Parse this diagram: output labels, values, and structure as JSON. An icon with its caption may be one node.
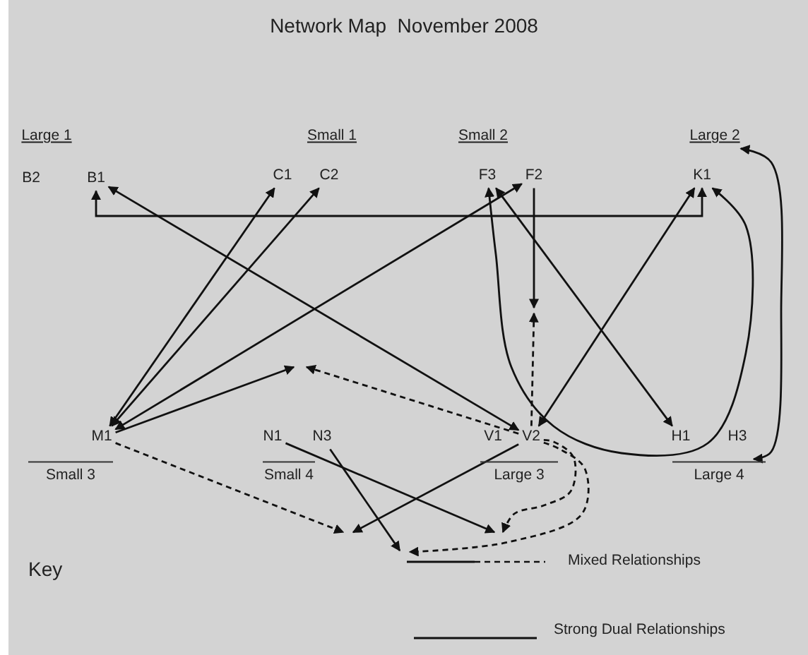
{
  "diagram": {
    "title": "Network Map  November 2008",
    "nodes": [
      {
        "text": [
          "Large 1"
        ]
      },
      {
        "text": [
          "Small 1"
        ]
      },
      {
        "text": [
          "Small 2"
        ]
      },
      {
        "text": [
          "Large 2"
        ]
      },
      {
        "text": [
          "B2"
        ]
      },
      {
        "text": [
          "B1"
        ]
      },
      {
        "text": [
          "C1"
        ]
      },
      {
        "text": [
          "C2"
        ]
      },
      {
        "text": [
          "F3"
        ]
      },
      {
        "text": [
          "F2"
        ]
      },
      {
        "text": [
          "K1"
        ]
      },
      {
        "text": [
          "M1"
        ]
      },
      {
        "text": [
          "N1"
        ]
      },
      {
        "text": [
          "N3"
        ]
      },
      {
        "text": [
          "V1"
        ]
      },
      {
        "text": [
          "V2"
        ]
      },
      {
        "text": [
          "H1"
        ]
      },
      {
        "text": [
          "H3"
        ]
      },
      {
        "text": [
          "Small 3"
        ]
      },
      {
        "text": [
          "Small 4"
        ]
      },
      {
        "text": [
          "Large 3"
        ]
      },
      {
        "text": [
          "Large 4"
        ]
      }
    ],
    "edges": [
      {
        "from": 5,
        "to": 10,
        "arrow": "both"
      },
      {
        "from": 5,
        "to": 15,
        "arrow": "both"
      },
      {
        "from": 6,
        "to": 11,
        "arrow": "both"
      },
      {
        "from": 7,
        "to": 11,
        "arrow": "both"
      },
      {
        "from": 9,
        "to": 11,
        "arrow": "both"
      },
      {
        "from": 8,
        "to": 16,
        "arrow": "both"
      },
      {
        "from": 10,
        "to": 15,
        "arrow": "both"
      },
      {
        "from": 8,
        "to": 10,
        "arrow": "both"
      },
      {
        "from": 3,
        "to": 21,
        "arrow": "both"
      },
      {
        "from": 11,
        "to": null,
        "arrow": "to"
      },
      {
        "from": 15,
        "to": null,
        "arrow": "to",
        "style": "dashed"
      },
      {
        "from": 9,
        "to": null,
        "arrow": "to"
      },
      {
        "from": 15,
        "to": null,
        "arrow": "to",
        "style": "dashed"
      },
      {
        "from": 11,
        "to": null,
        "arrow": "to",
        "style": "dashed"
      },
      {
        "from": 15,
        "to": null,
        "arrow": "to"
      },
      {
        "from": 12,
        "to": null,
        "arrow": "to"
      },
      {
        "from": 15,
        "to": null,
        "arrow": "to",
        "style": "dashed"
      },
      {
        "from": 13,
        "to": null,
        "arrow": "to"
      },
      {
        "from": 15,
        "to": null,
        "arrow": "to",
        "style": "dashed"
      }
    ],
    "labels": [
      "Key"
    ],
    "legend": [
      {
        "text": "Mixed Relationships"
      },
      {
        "text": "Strong Dual Relationships"
      }
    ]
  }
}
